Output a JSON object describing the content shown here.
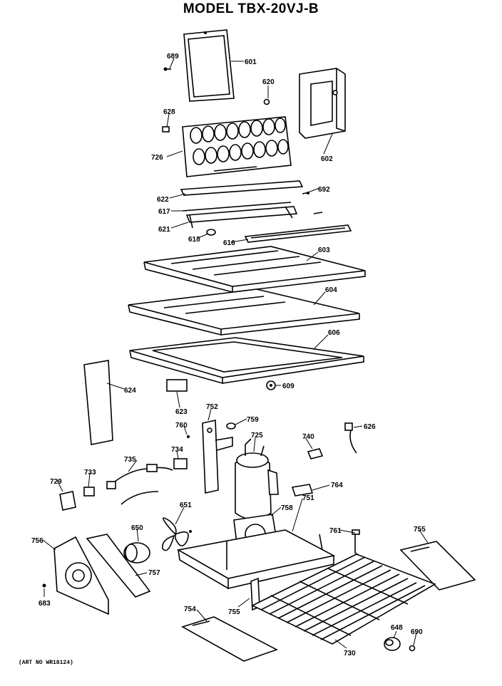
{
  "header": {
    "title": "MODEL TBX-20VJ-B"
  },
  "footer": {
    "art_number": "(ART NO WR18124)"
  },
  "callouts": {
    "p689": "689",
    "p601": "601",
    "p620": "620",
    "p628": "628",
    "p602": "602",
    "p726": "726",
    "p622": "622",
    "p692": "692",
    "p617": "617",
    "p621": "621",
    "p618": "618",
    "p616": "616",
    "p603": "603",
    "p604": "604",
    "p606": "606",
    "p609": "609",
    "p624": "624",
    "p623": "623",
    "p752": "752",
    "p759": "759",
    "p760": "760",
    "p725": "725",
    "p740": "740",
    "p626": "626",
    "p735": "735",
    "p734": "734",
    "p729": "729",
    "p733": "733",
    "p764": "764",
    "p651": "651",
    "p758": "758",
    "p751": "751",
    "p650": "650",
    "p761": "761",
    "p755a": "755",
    "p756": "756",
    "p757": "757",
    "p683": "683",
    "p754": "754",
    "p755b": "755",
    "p648": "648",
    "p690": "690",
    "p730": "730"
  }
}
